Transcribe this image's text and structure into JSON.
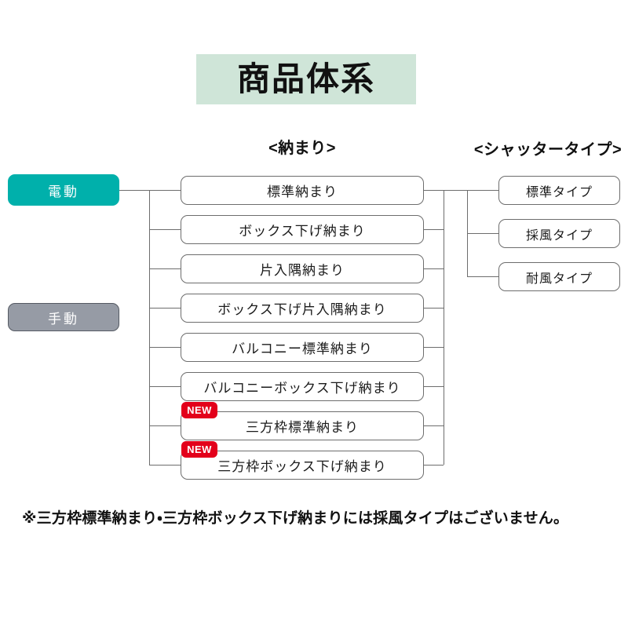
{
  "title": {
    "text": "商品体系",
    "banner_color": "#cfe5d8"
  },
  "headers": {
    "osamari": "<納まり>",
    "shutter_type": "<シャッタータイプ>"
  },
  "modes": [
    {
      "label": "電動",
      "color": "#00b0ab"
    },
    {
      "label": "手動",
      "color": "#969ba5"
    }
  ],
  "osamari_items": [
    {
      "label": "標準納まり",
      "new": false
    },
    {
      "label": "ボックス下げ納まり",
      "new": false
    },
    {
      "label": "片入隅納まり",
      "new": false
    },
    {
      "label": "ボックス下げ片入隅納まり",
      "new": false
    },
    {
      "label": "バルコニー標準納まり",
      "new": false
    },
    {
      "label": "バルコニーボックス下げ納まり",
      "new": false
    },
    {
      "label": "三方枠標準納まり",
      "new": true
    },
    {
      "label": "三方枠ボックス下げ納まり",
      "new": true
    }
  ],
  "new_badge_label": "NEW",
  "shutter_types": [
    {
      "label": "標準タイプ"
    },
    {
      "label": "採風タイプ"
    },
    {
      "label": "耐風タイプ"
    }
  ],
  "footnote": "※三方枠標準納まり・三方枠ボックス下げ納まりには採風タイプはございません。"
}
